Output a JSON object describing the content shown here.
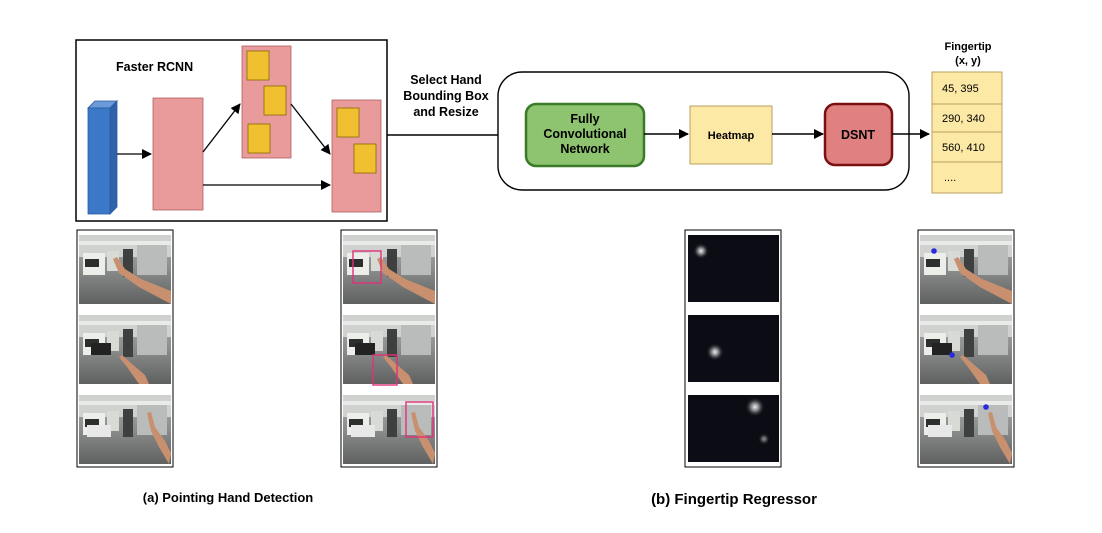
{
  "faster_rcnn": {
    "title": "Faster RCNN"
  },
  "transition": {
    "line1": "Select Hand",
    "line2": "Bounding Box",
    "line3": "and Resize"
  },
  "regressor": {
    "fcn_line1": "Fully",
    "fcn_line2": "Convolutional",
    "fcn_line3": "Network",
    "heatmap": "Heatmap",
    "dsnt": "DSNT"
  },
  "output_table": {
    "title_line1": "Fingertip",
    "title_line2": "(x, y)",
    "rows": [
      "45, 395",
      "290, 340",
      "560, 410",
      "...."
    ]
  },
  "captions": {
    "left": "(a) Pointing Hand Detection",
    "right": "(b) Fingertip Regressor"
  },
  "colors": {
    "blue_block": "#3b78c7",
    "pink_block": "#e99a9a",
    "yellow_box": "#f0c030",
    "fcn_fill": "#8ec36f",
    "fcn_stroke": "#3a7b28",
    "heatmap_fill": "#fde9a6",
    "dsnt_fill": "#e08080",
    "dsnt_stroke": "#7a1010"
  }
}
